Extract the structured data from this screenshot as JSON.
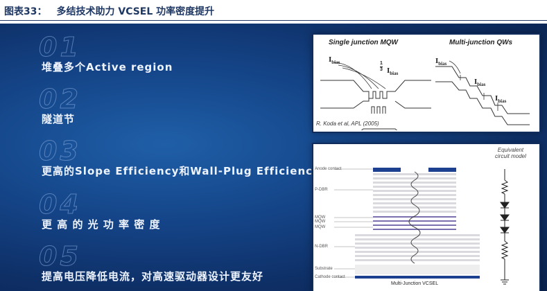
{
  "caption": {
    "figure_no": "图表33：",
    "title": "多结技术助力 VCSEL 功率密度提升"
  },
  "items": [
    {
      "num": "01",
      "label": "堆叠多个Active region"
    },
    {
      "num": "02",
      "label": "隧道节"
    },
    {
      "num": "03",
      "label": "更高的Slope Efficiency和Wall-Plug Efficiency"
    },
    {
      "num": "04",
      "label": "更 高 的 光 功 率 密 度"
    },
    {
      "num": "05",
      "label": "提高电压降低电流，对高速驱动器设计更友好"
    }
  ],
  "panel_top": {
    "left_title": "Single junction MQW",
    "right_title": "Multi-junction QWs",
    "ibias": "I",
    "ibias_sub": "bias",
    "fraction_num": "1",
    "fraction_den": "3",
    "citation": "R. Koda et al, APL (2005)"
  },
  "panel_bottom": {
    "equiv_line1": "Equivalent",
    "equiv_line2": "circuit model",
    "layers": [
      "Anode contact",
      "P-DBR",
      "MQW",
      "MQW",
      "MQW",
      "N-DBR",
      "Substrate",
      "Cathode contact"
    ],
    "caption": "Multi-Junction VCSEL"
  },
  "colors": {
    "caption": "#1f3864",
    "slide_bg": "#15468a",
    "label": "#eef4ff"
  }
}
